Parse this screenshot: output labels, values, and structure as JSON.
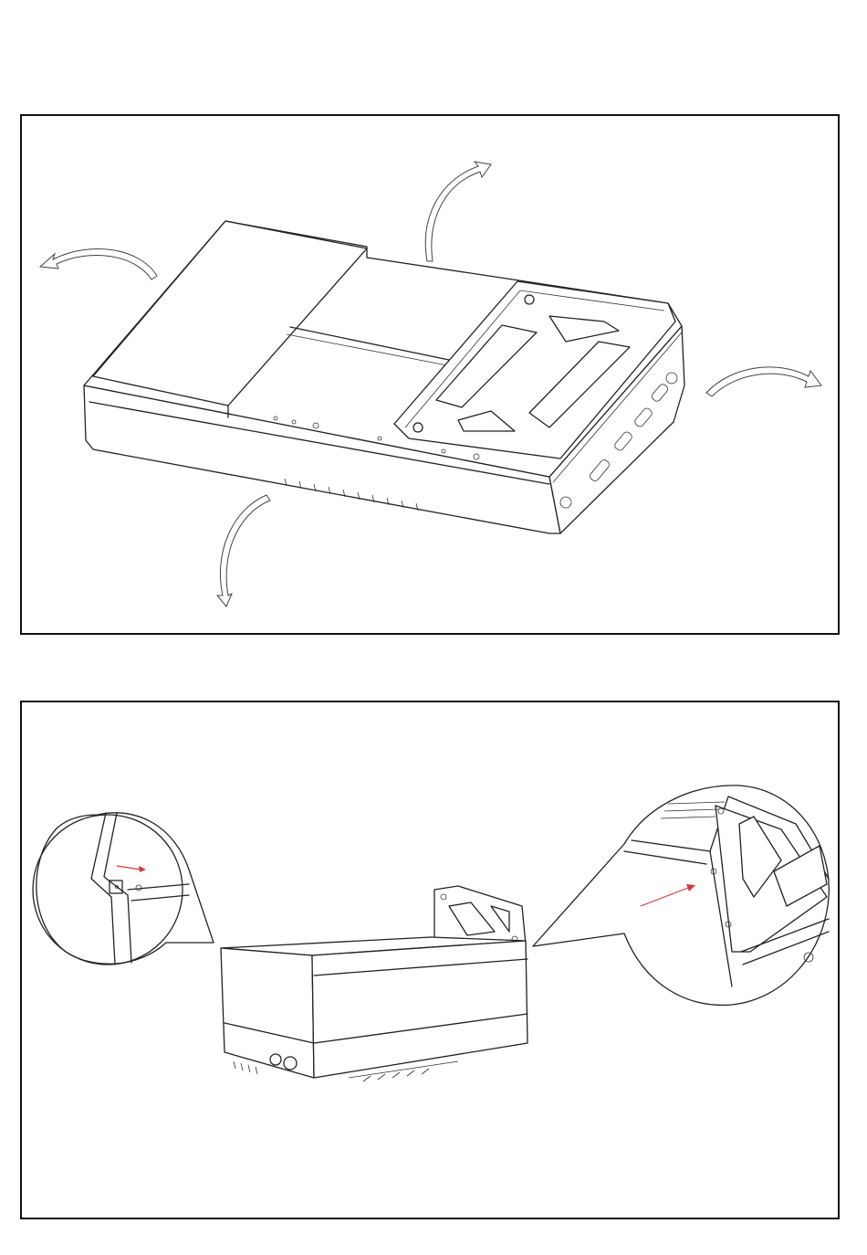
{
  "figure": {
    "panels": [
      {
        "id": "step-rotate-chassis",
        "arrows": 4,
        "arrow_direction": "clockwise"
      },
      {
        "id": "step-slide-cover",
        "callouts": 2,
        "hint_arrow_color": "#d43a3a"
      }
    ],
    "colors": {
      "line": "#222222",
      "frame": "#111111",
      "background": "#ffffff",
      "hint": "#d43a3a"
    }
  }
}
